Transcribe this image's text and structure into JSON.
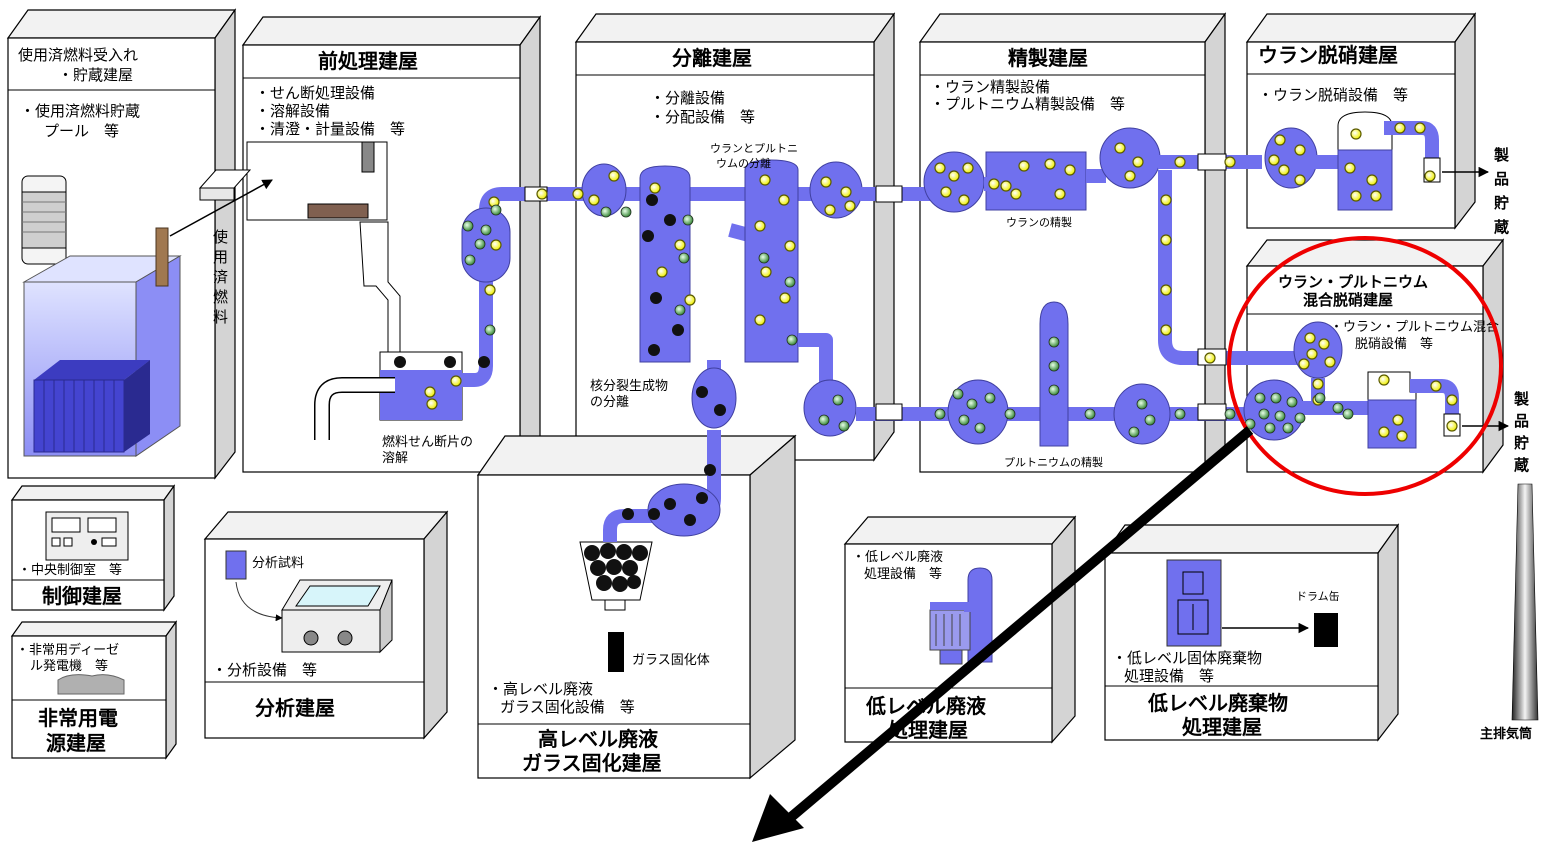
{
  "buildings": {
    "receiving": {
      "title_line1": "使用済燃料受入れ",
      "title_line2": "・貯蔵建屋",
      "equip_line1": "・使用済燃料貯蔵",
      "equip_line2": "プール　等"
    },
    "pretreatment": {
      "title": "前処理建屋",
      "equip_line1": "・せん断処理設備",
      "equip_line2": "・溶解設備",
      "equip_line3": "・清澄・計量設備　等"
    },
    "separation": {
      "title": "分離建屋",
      "equip_line1": "・分離設備",
      "equip_line2": "・分配設備　等"
    },
    "purification": {
      "title": "精製建屋",
      "equip_line1": "・ウラン精製設備",
      "equip_line2": "・プルトニウム精製設備　等"
    },
    "uranium_denitration": {
      "title": "ウラン脱硝建屋",
      "equip_line1": "・ウラン脱硝設備　等"
    },
    "mixed_denitration": {
      "title_line1": "ウラン・プルトニウム",
      "title_line2": "混合脱硝建屋",
      "equip_line1": "・ウラン・プルトニウム混合",
      "equip_line2": "脱硝設備　等"
    },
    "control": {
      "title": "制御建屋",
      "equip_line1": "・中央制御室　等"
    },
    "emergency_power": {
      "title_line1": "非常用電",
      "title_line2": "源建屋",
      "equip_line1": "・非常用ディーゼ",
      "equip_line2": "ル発電機　等"
    },
    "analysis": {
      "title": "分析建屋",
      "equip_line1": "・分析設備　等",
      "sample_label": "分析試料"
    },
    "vitrification": {
      "title_line1": "高レベル廃液",
      "title_line2": "ガラス固化建屋",
      "equip_line1": "・高レベル廃液",
      "equip_line2": "ガラス固化設備　等",
      "glass_label": "ガラス固化体"
    },
    "low_liquid": {
      "title_line1": "低レベル廃液",
      "title_line2": "処理建屋",
      "equip_line1": "・低レベル廃液",
      "equip_line2": "処理設備　等"
    },
    "low_solid": {
      "title_line1": "低レベル廃棄物",
      "title_line2": "処理建屋",
      "equip_line1": "・低レベル固体廃棄物",
      "equip_line2": "処理設備　等",
      "drum_label": "ドラム缶"
    }
  },
  "process_labels": {
    "spent_fuel_vertical": "使用済燃料",
    "dissolution_line1": "燃料せん断片の",
    "dissolution_line2": "溶解",
    "fission_line1": "核分裂生成物",
    "fission_line2": "の分離",
    "u_pu_sep_line1": "ウランとプルトニ",
    "u_pu_sep_line2": "ウムの分離",
    "uranium_refining": "ウランの精製",
    "plutonium_refining": "プルトニウムの精製"
  },
  "outputs": {
    "product_storage_top": "製品貯蔵",
    "product_storage_bottom": "製品貯蔵",
    "stack": "主排気筒"
  },
  "colors": {
    "vessel": "#7070ee",
    "highlight_circle": "#ee0000",
    "uranium_dot": "#f0f000",
    "plutonium_dot": "#60b060",
    "fission_dot": "#111111"
  },
  "icons": [
    "spent-fuel-cask-icon",
    "storage-pool-icon",
    "control-panel-icon",
    "diesel-generator-icon",
    "analyzer-icon",
    "glovebox-icon",
    "pump-icon",
    "drum-icon",
    "stack-icon"
  ]
}
